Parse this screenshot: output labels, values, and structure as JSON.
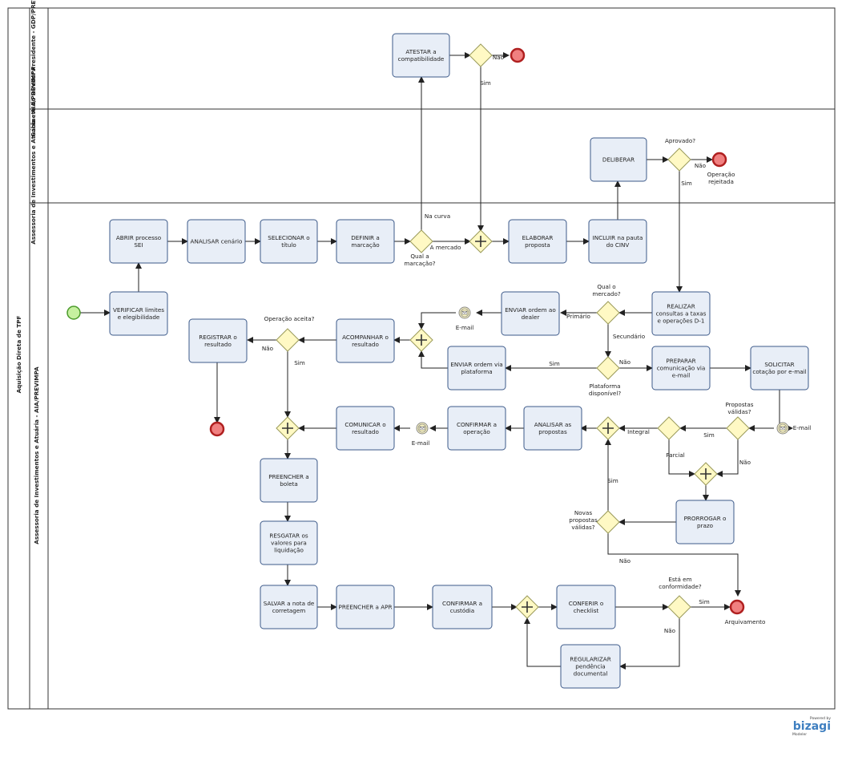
{
  "pool": {
    "title": "Aquisição Direta de TPF"
  },
  "lanes": [
    "Gabinete do Diretor Presidente - GDP/PREVIMPA",
    "Assessoria de Investimentos e Atuária - AIA/PREVIMPA",
    "Assessoria de Investimentos e Atuária - AIA/PREVIMPA"
  ],
  "tasks": {
    "atestar": [
      "ATESTAR a",
      "compatibilidade"
    ],
    "deliberar": [
      "DELIBERAR"
    ],
    "abrir": [
      "ABRIR processo",
      "SEI"
    ],
    "analisar_cenario": [
      "ANALISAR cenário"
    ],
    "selecionar": [
      "SELECIONAR o",
      "título"
    ],
    "definir": [
      "DEFINIR a",
      "marcação"
    ],
    "elaborar": [
      "ELABORAR",
      "proposta"
    ],
    "incluir": [
      "INCLUIR na pauta",
      "do CINV"
    ],
    "verificar": [
      "VERIFICAR limites",
      "e elegibilidade"
    ],
    "realizar": [
      "REALIZAR",
      "consultas a taxas",
      "e operações D-1"
    ],
    "enviar_dealer": [
      "ENVIAR ordem ao",
      "dealer"
    ],
    "acompanhar": [
      "ACOMPANHAR o",
      "resultado"
    ],
    "registrar": [
      "REGISTRAR o",
      "resultado"
    ],
    "enviar_plataforma": [
      "ENVIAR ordem via",
      "plataforma"
    ],
    "preparar": [
      "PREPARAR",
      "comunicação via",
      "e-mail"
    ],
    "solicitar": [
      "SOLICITAR",
      "cotação por e-mail"
    ],
    "comunicar": [
      "COMUNICAR o",
      "resultado"
    ],
    "confirmar_op": [
      "CONFIRMAR a",
      "operação"
    ],
    "analisar_propostas": [
      "ANALISAR as",
      "propostas"
    ],
    "preencher_boleta": [
      "PREENCHER a",
      "boleta"
    ],
    "resgatar": [
      "RESGATAR os",
      "valores para",
      "liquidação"
    ],
    "prorrogar": [
      "PRORROGAR o",
      "prazo"
    ],
    "salvar": [
      "SALVAR a nota de",
      "corretagem"
    ],
    "preencher_apr": [
      "PREENCHER a APR"
    ],
    "confirmar_custodia": [
      "CONFIRMAR a",
      "custódia"
    ],
    "conferir": [
      "CONFERIR o",
      "checklist"
    ],
    "regularizar": [
      "REGULARIZAR",
      "pendência",
      "documental"
    ]
  },
  "labels": {
    "nao_atestar": "Não",
    "sim_atestar": "Sim",
    "aprovado_q": "Aprovado?",
    "nao_aprovado": "Não",
    "sim_aprovado": "Sim",
    "op_rejeitada": [
      "Operação",
      "rejeitada"
    ],
    "na_curva": "Na curva",
    "a_mercado": "A mercado",
    "qual_marcacao": [
      "Qual a",
      "marcação?"
    ],
    "qual_mercado": [
      "Qual o",
      "mercado?"
    ],
    "primario": "Primário",
    "secundario": "Secundário",
    "email_1": "E-mail",
    "op_aceita": "Operação aceita?",
    "nao_op": "Não",
    "sim_op": "Sim",
    "sim_plat": "Sim",
    "nao_plat": "Não",
    "plataforma_q": [
      "Plataforma",
      "disponível?"
    ],
    "propostas_validas_q": [
      "Propostas",
      "válidas?"
    ],
    "email_2": "E-mail",
    "integral": "Integral",
    "sim_prop": "Sim",
    "parcial": "Parcial",
    "nao_prop": "Não",
    "email_3": "E-mail",
    "sim_novas": "Sim",
    "novas_q": [
      "Novas",
      "propostas",
      "válidas?"
    ],
    "nao_novas": "Não",
    "conformidade_q": [
      "Está em",
      "conformidade?"
    ],
    "sim_conf": "Sim",
    "nao_conf": "Não",
    "arquivamento": "Arquivamento"
  },
  "brand": {
    "powered": "Powered by",
    "name": "bizagi",
    "sub": "Modeler"
  },
  "colors": {
    "task_fill": "#e8eef7",
    "task_stroke": "#3d5a8a",
    "gateway_fill": "#fff9c4",
    "start_fill": "#c6f0a0",
    "start_stroke": "#4a9a2a",
    "end_fill": "#f08080",
    "end_stroke": "#b02020",
    "brand_orange": "#f59a1b",
    "brand_blue": "#3f7fc0"
  }
}
